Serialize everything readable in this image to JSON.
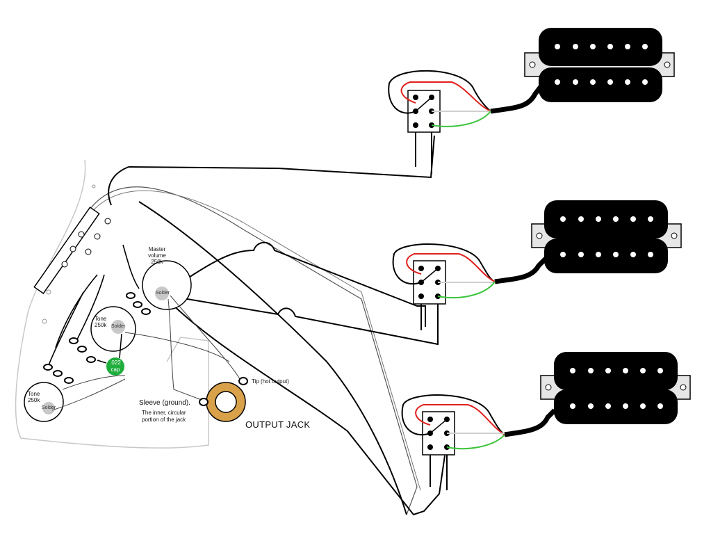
{
  "labels": {
    "master_volume": "Master volume 250k",
    "master_solder": "Solder",
    "tone_upper": "Tone 250k",
    "tone_upper_solder": "Solder",
    "tone_lower": "Tone 250k",
    "tone_lower_solder": "Solder",
    "cap_value": ".022",
    "cap_word": "cap",
    "tip": "Tip (hot output)",
    "sleeve": "Sleeve (ground).",
    "sleeve_note_1": "The inner, circular",
    "sleeve_note_2": "portion of the jack",
    "output_jack": "OUTPUT JACK"
  },
  "colors": {
    "wire": "#000000",
    "hot_wire": "#e0201c",
    "ground_wire": "#3cc43c",
    "white_wire": "#cfcfcf",
    "pot_body": "#ffffff",
    "solder": "#c8c8c8",
    "cap": "#1fae3c",
    "jack_ring": "#d9a24a",
    "pickup_body": "#000000",
    "pickup_ring": "#e6e6e6"
  },
  "components": {
    "pickups": [
      "bridge-humbucker",
      "middle-humbucker",
      "neck-humbucker"
    ],
    "switches": [
      "dpdt-mini-switch",
      "dpdt-mini-switch",
      "dpdt-mini-switch"
    ],
    "pots": [
      "master-volume",
      "tone-upper",
      "tone-lower"
    ],
    "jack": "output-jack",
    "capacitor": "tone-capacitor"
  }
}
